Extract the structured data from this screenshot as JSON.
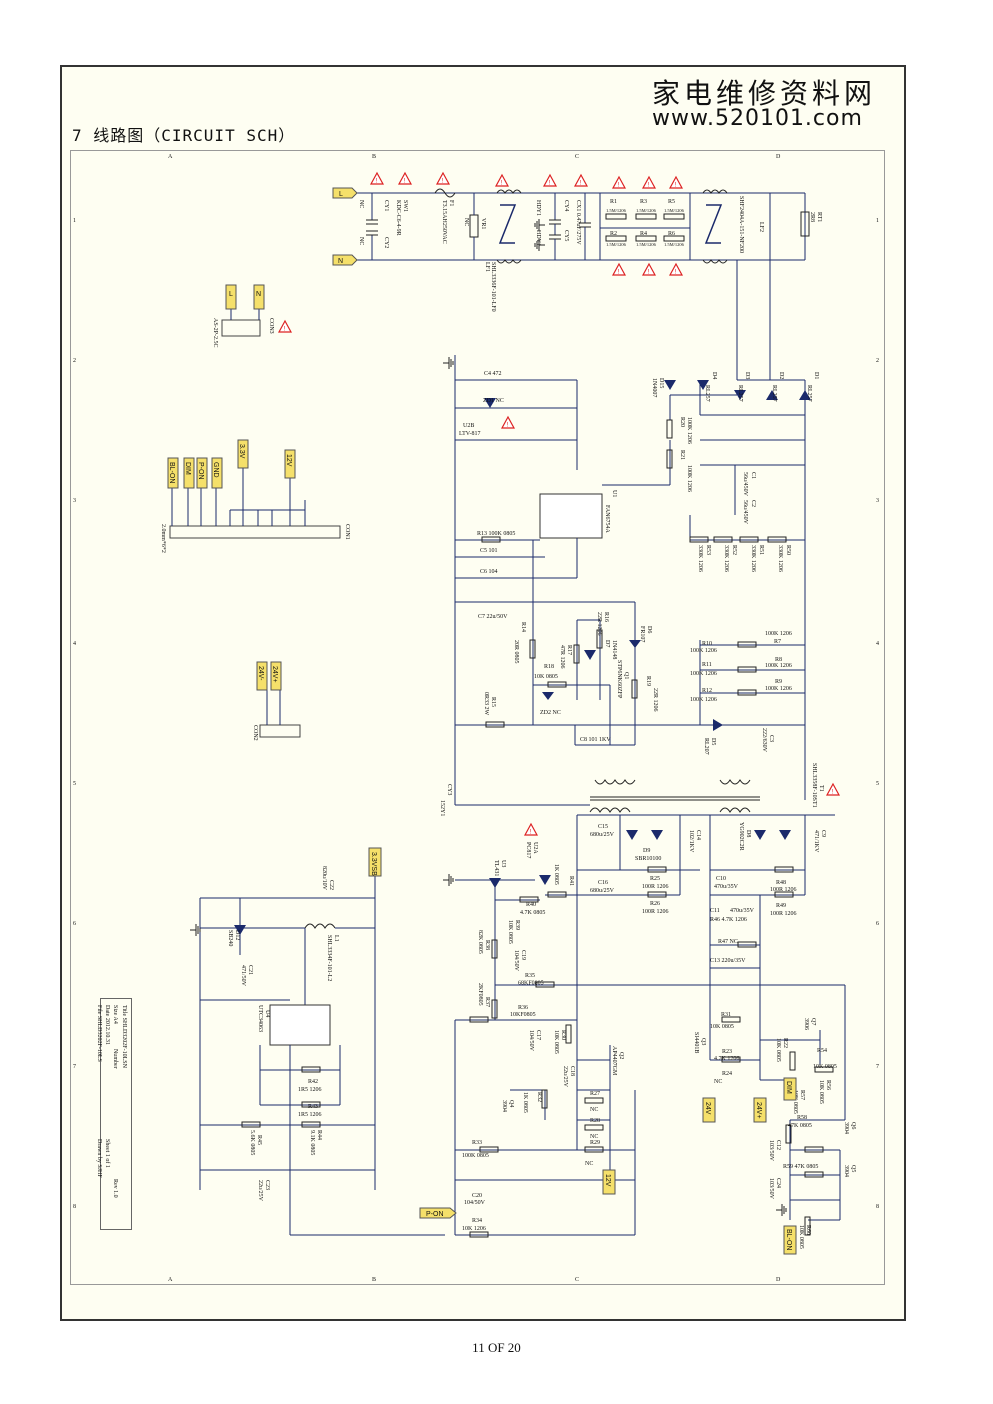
{
  "header": {
    "title": "7 线路图（CIRCUIT SCH）",
    "watermark_cn": "家电维修资料网",
    "watermark_url": "www.520101.com"
  },
  "footer": {
    "page": "11 OF 20"
  },
  "border": {
    "cols": [
      "A",
      "B",
      "C",
      "D"
    ],
    "rows": [
      "1",
      "2",
      "3",
      "4",
      "5",
      "6",
      "7",
      "8"
    ]
  },
  "title_block": {
    "title": "Title SHLD3202F-10LSN",
    "size": "Size  A4",
    "number": "Number",
    "date": "Date  2012.10.31",
    "file": "File  SHLD3202F-10LS",
    "sheet": "Sheet 1 of 1",
    "drawn": "Drawn by SJHF",
    "rev": "Rev  1.0"
  },
  "net_tags": {
    "L": "L",
    "N": "N",
    "bl_on": "BL-ON",
    "dim": "DIM",
    "pon": "P-ON",
    "gnd": "GND",
    "v33": "3.3V",
    "v12": "12V",
    "v24a": "24V-",
    "v24b": "24V+",
    "v33sb": "3.3VSB",
    "pon2": "P-ON",
    "v24c": "24V",
    "v24d": "24V+",
    "dim2": "DIM",
    "blon2": "BL-ON",
    "v12b": "12V"
  },
  "connectors": {
    "con1": "CON1",
    "con1_part": "2.0mm*6*2",
    "con2": "CON2",
    "con3": "CON3",
    "con3_part": "AS-2P-2.5C"
  },
  "components": {
    "f1": "F1",
    "f1_v": "T3.15AH250VAC",
    "sw1": "SW1",
    "sw1_v": "KDC-C6-4-9R",
    "cy1": "CY1",
    "cy2": "CY2",
    "cy1_nc": "NC",
    "cy2_nc": "NC",
    "vr1": "VR1",
    "vr1_nc": "NC",
    "lf1": "LF1",
    "lf1_v": "SHL3336F-101-LF0",
    "lf2": "LF2",
    "lf2_v": "SHF2404A-151-NF200",
    "hy1": "HDY1",
    "hy1_v": "HDY1",
    "cx1": "CX1 0.47uF/275V",
    "cy4": "CY4",
    "cy5": "CY5",
    "r1": "R1",
    "r2": "R2",
    "r3": "R3",
    "r4": "R4",
    "r5": "R5",
    "r6": "R6",
    "r1_v": "1.5M/1206",
    "rt1": "RT1",
    "rt1_v": "2R8",
    "c4": "C4  472",
    "zd1": "ZD1 NC",
    "u2b": "U2B",
    "u2b_v": "LTV-817",
    "r20": "R20",
    "r20_v": "100K 1206",
    "r21": "R21",
    "r21_v": "100K 1206",
    "d15": "D15",
    "d15_v": "1N4007",
    "d1": "D1",
    "d2": "D2",
    "d3": "D3",
    "d4": "D4",
    "dx_v": "RL257",
    "c1": "C1",
    "c1_v": "56u/450V",
    "c2": "C2",
    "c2_v": "56u/450V",
    "u1": "U1",
    "u1_v": "FAN6754A",
    "r13": "R13  100K 0805",
    "c5": "C5  101",
    "c6": "C6  104",
    "c7": "C7 22u/50V",
    "r53": "R53",
    "r52": "R52",
    "r51": "R51",
    "r50": "R50",
    "r5x_v": "330K 1206",
    "r14": "R14",
    "r14_v": "20R 0805",
    "r16": "R16",
    "r16_v": "22R 1206",
    "r17": "R17",
    "r17_v": "47R 1206",
    "r18": "R18",
    "r18_v": "10K 0805",
    "d7": "D7",
    "d7_v": "1N4148",
    "d6": "D6",
    "d6_v": "FR107",
    "q1": "Q1",
    "q1_v": "STP6NK60ZFP",
    "r19": "R19",
    "r19_v": "22R 1206",
    "r15": "R15",
    "r15_v": "0R33 2W",
    "zd2": "ZD2 NC",
    "c8": "C8  101  1KV",
    "r7": "R7",
    "r8": "R8",
    "r9": "R9",
    "r10": "R10",
    "r11": "R11",
    "r12": "R12",
    "r7_v": "100K 1206",
    "d5": "D5",
    "d5_v": "RL207",
    "c3": "C3",
    "c3_v": "222/630V",
    "cy3": "CY3",
    "cy3_v": "152Y1",
    "t1": "T1",
    "t1_v": "SHL3358F-10ST1",
    "c15": "C15",
    "c15_v": "680u/25V",
    "c16": "C16",
    "c16_v": "680u/25V",
    "d9": "D9",
    "d9_v": "SBR10100",
    "c14": "C14",
    "c14_v": "102/1KV",
    "d8": "D8",
    "d8_v": "YG902C2R",
    "c9": "C9",
    "c9_v": "471/1KV",
    "u2a": "U2A",
    "u2a_v": "PC817",
    "u3": "U3",
    "u3_v": "TL431",
    "r41": "R41",
    "r41_v": "1K 0805",
    "r40": "R40",
    "r40_v": "4.7K 0805",
    "r39": "R39",
    "r39_v": "10K 0805",
    "r25": "R25",
    "r25_v": "100R 1206",
    "r26": "R26",
    "r26_v": "100R 1206",
    "c10": "C10",
    "c10_v": "470u/35V",
    "c11": "C11",
    "c11_v": "470u/35V",
    "r48": "R48",
    "r48_v": "100R 1206",
    "r49": "R49",
    "r49_v": "100R 1206",
    "r46": "R46 4.7K 1206",
    "r47": "R47  NC",
    "c13": "C13 220u/35V",
    "r38": "R38",
    "r38_v": "82K 0805",
    "c19": "C19",
    "c19_v": "104/50V",
    "r35": "R35",
    "r35_v": "68KF0805",
    "r37": "R37",
    "r37_v": "2KF0805",
    "r36": "R36",
    "r36_v": "10KF0805",
    "c17": "C17",
    "c17_v": "104/50V",
    "r30": "R30",
    "r30_v": "10K 0805",
    "q2": "Q2",
    "q2_v": "AP4407GM",
    "c18": "C18",
    "c18_v": "22u/25V",
    "r32": "R32",
    "r32_v": "1K 0805",
    "q4": "Q4",
    "q4_v": "3904",
    "r27": "R27",
    "r28": "R28",
    "r29": "R29",
    "rnc": "NC",
    "r33": "R33",
    "r33_v": "100K 0805",
    "c20": "C20",
    "c20_v": "104/50V",
    "r34": "R34",
    "r34_v": "10K 1206",
    "c22": "C22",
    "c22_v": "820u/10V",
    "l1": "L1",
    "l1_v": "SHL3334F-101-L2",
    "d12": "D12",
    "d12_v": "SB240",
    "c21": "C21",
    "c21_v": "471/50V",
    "u4": "U4",
    "u4_v": "UTC34063",
    "r42": "R42",
    "r42_v": "1R5 1206",
    "r43": "R43",
    "r43_v": "1R5 1206",
    "r44": "R44",
    "r44_v": "9.1K 0805",
    "r45": "R45",
    "r45_v": "5.6K 0805",
    "c23": "C23",
    "c23_v": "22u/25V",
    "r31": "R31",
    "r31_v": "10K 0805",
    "q3": "Q3",
    "q3_v": "SI4401B",
    "r22": "R22",
    "r22_v": "10K 0805",
    "q7": "Q7",
    "q7_v": "3906",
    "r23": "R23",
    "r23_v": "4.7K 1206",
    "r24": "R24",
    "r24_v": "NC",
    "r54": "R54",
    "r54_v": "10K 0805",
    "r56": "R56",
    "r56_v": "10K 0805",
    "r57": "R57",
    "r57_v": "10K 0805",
    "r58": "R58",
    "r58_v": "47K 0805",
    "q6": "Q6",
    "q6_v": "3904",
    "c12": "C12",
    "c12_v": "103/50V",
    "r59": "R59  47K 0805",
    "q5": "Q5",
    "q5_v": "3904",
    "c24": "C24",
    "c24_v": "103/50V",
    "r60": "R60",
    "r60_v": "10K 0805"
  }
}
